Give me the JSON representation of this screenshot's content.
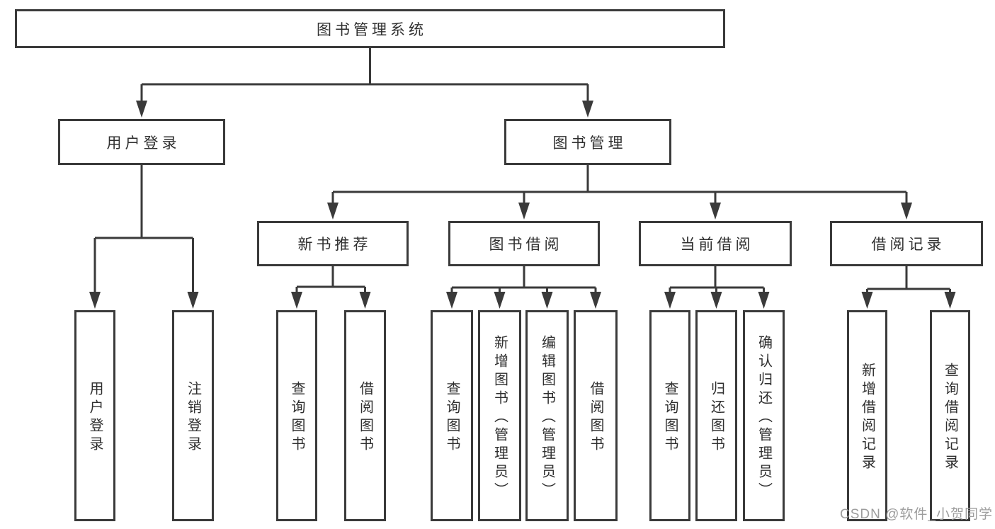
{
  "nodes": {
    "root": {
      "label": "图书管理系统"
    },
    "user_login": {
      "label": "用户登录"
    },
    "book_mgmt": {
      "label": "图书管理"
    },
    "new_book_rec": {
      "label": "新书推荐"
    },
    "book_borrow": {
      "label": "图书借阅"
    },
    "current_borrow": {
      "label": "当前借阅"
    },
    "borrow_records": {
      "label": "借阅记录"
    },
    "leaf_user_login": {
      "label": "用户登录"
    },
    "leaf_logout": {
      "label": "注销登录"
    },
    "leaf_query_books_rec": {
      "label": "查询图书"
    },
    "leaf_borrow_books_rec": {
      "label": "借阅图书"
    },
    "leaf_query_books_borrow": {
      "label": "查询图书"
    },
    "leaf_add_book": {
      "label": "新增图书（管理员）"
    },
    "leaf_edit_book": {
      "label": "编辑图书（管理员）"
    },
    "leaf_borrow_books_borrow": {
      "label": "借阅图书"
    },
    "leaf_query_books_current": {
      "label": "查询图书"
    },
    "leaf_return_book": {
      "label": "归还图书"
    },
    "leaf_confirm_return": {
      "label": "确认归还（管理员）"
    },
    "leaf_add_borrow_record": {
      "label": "新增借阅记录"
    },
    "leaf_query_borrow_record": {
      "label": "查询借阅记录"
    }
  },
  "watermark": {
    "text": "CSDN @软件_小贺同学"
  },
  "colors": {
    "line": "#3a3a3a",
    "text": "#2f2f2f",
    "watermark": "#9d9d9d",
    "background": "#ffffff"
  }
}
